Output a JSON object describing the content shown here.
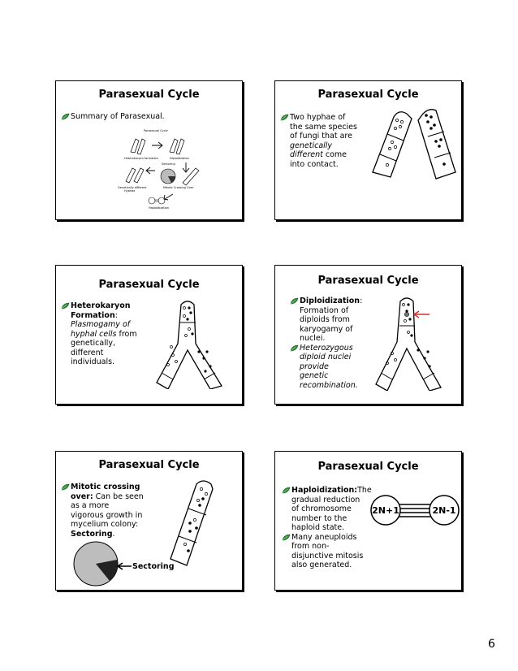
{
  "page_number": "6",
  "bullet_icon": "leaf-bullet-icon",
  "slides": [
    {
      "title": "Parasexual Cycle",
      "bullet": "Summary of Parasexual.",
      "diagram": {
        "title": "Parasexual Cycle",
        "heterokaryon": "Heterokaryon formation",
        "diploidization": "Diploidization",
        "sectoring": "Sectoring",
        "genetically": "Genetically different",
        "hyphae": "Hyphae",
        "mitotic": "Mitotic Crossing Over",
        "haploidization": "Haploidization"
      }
    },
    {
      "title": "Parasexual Cycle",
      "lines": [
        "Two hyphae of",
        "the same species",
        "of fungi that are"
      ],
      "italic_lines": [
        "genetically",
        "different"
      ],
      "tail": " come",
      "last": "into contact."
    },
    {
      "title": "Parasexual Cycle",
      "bold_lines": [
        "Heterokaryon",
        "Formation"
      ],
      "colon": ":",
      "italic_lines": [
        "Plasmogamy of",
        "hyphal cells"
      ],
      "from": " from",
      "lines": [
        "genetically,",
        "different",
        "individuals."
      ]
    },
    {
      "title": "Parasexual Cycle",
      "bold": "Diploidization",
      "colon": ":",
      "lines": [
        "Formation of",
        "diploids from",
        "karyogamy of",
        "nuclei."
      ],
      "italic_lines": [
        "Heterozygous",
        "diploid nuclei",
        "provide",
        "genetic",
        "recombination."
      ]
    },
    {
      "title": "Parasexual Cycle",
      "bold_lines": [
        "Mitotic crossing",
        "over:"
      ],
      "after_over": " Can be seen",
      "lines": [
        "as a more",
        "vigorous growth in",
        "mycelium colony:"
      ],
      "bold_last": "Sectoring",
      "period": ".",
      "label": "Sectoring"
    },
    {
      "title": "Parasexual Cycle",
      "bold": "Haploidization:",
      "after_bold": "The",
      "lines": [
        "gradual reduction",
        "of chromosome",
        "number to the",
        "haploid state."
      ],
      "lines2": [
        "Many aneuploids",
        "from non-",
        "disjunctive mitosis",
        "also generated."
      ],
      "left_circle": "2N+1",
      "right_circle": "2N-1"
    }
  ]
}
